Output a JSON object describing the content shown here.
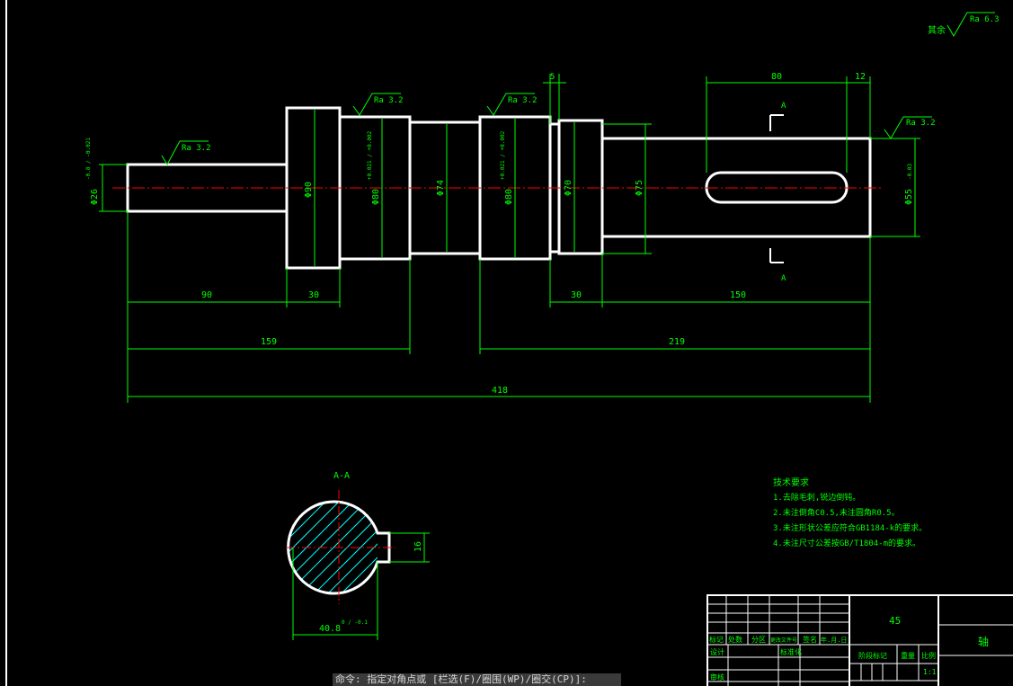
{
  "drawing": {
    "dims": {
      "d_left_end": "Φ26",
      "d_left_end_tol": "-0.8 / -0.021",
      "d_90": "Φ90",
      "d_80a": "Φ80",
      "d_80_tol": "+0.021 / +0.002",
      "d_74": "Φ74",
      "d_80b": "Φ80",
      "d_70": "Φ70",
      "d_75": "Φ75",
      "d_55": "Φ55",
      "d_55_tol": "-0.03",
      "len_90": "90",
      "len_30a": "30",
      "len_30b": "30",
      "len_150": "150",
      "len_159": "159",
      "len_219": "219",
      "len_418": "418",
      "len_80": "80",
      "len_12": "12",
      "len_5": "5",
      "section_width": "40.8",
      "section_width_tol": "0 / -0.1",
      "keyway_16": "16"
    },
    "roughness": {
      "general_prefix": "其余",
      "general": "Ra 6.3",
      "r1": "Ra 3.2",
      "r2": "Ra 3.2",
      "r3": "Ra 3.2",
      "r4": "Ra 3.2"
    },
    "section": {
      "mark_top": "A",
      "mark_bottom": "A",
      "title": "A-A"
    },
    "notes": {
      "title": "技术要求",
      "lines": [
        "1.去除毛刺,锐边倒钝。",
        "2.未注倒角C0.5,未注圆角R0.5。",
        "3.未注形状公差应符合GB1184-k的要求。",
        "4.未注尺寸公差按GB/T1804-m的要求。"
      ]
    },
    "title_block": {
      "material": "45",
      "part_name": "轴",
      "header_cells": [
        "标记",
        "处数",
        "分区",
        "更改文件号",
        "签名",
        "年.月.日"
      ],
      "design": "设计",
      "standardize": "标准化",
      "review": "审核",
      "stage_mark": "阶段标记",
      "weight": "重量",
      "scale_label": "比例",
      "scale": "1:1"
    }
  },
  "command_line": {
    "prompt": "命令: 指定对角点或 [栏选(F)/圈围(WP)/圈交(CP)]:"
  },
  "colors": {
    "background": "#000000",
    "geometry": "#ffffff",
    "dimension": "#00ff00",
    "centerline": "#ff0000",
    "hatch": "#00ffff"
  }
}
